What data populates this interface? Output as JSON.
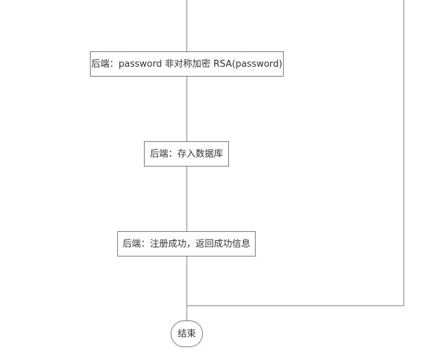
{
  "flowchart": {
    "nodes": {
      "rsa": {
        "label": "后端：password 非对称加密 RSA(password)",
        "shape": "rectangle"
      },
      "store": {
        "label": "后端：存入数据库",
        "shape": "rectangle"
      },
      "success": {
        "label": "后端：注册成功，返回成功信息",
        "shape": "rectangle"
      },
      "end": {
        "label": "结束",
        "shape": "rounded-terminal"
      }
    },
    "edges": [
      {
        "from": "above",
        "to": "rsa"
      },
      {
        "from": "rsa",
        "to": "store"
      },
      {
        "from": "store",
        "to": "success"
      },
      {
        "from": "success",
        "to": "end"
      },
      {
        "from": "right-branch",
        "to": "end"
      }
    ]
  },
  "colors": {
    "line": "#7a7a7a",
    "node_border": "#7a7a7a",
    "text": "#333333",
    "background": "#ffffff"
  }
}
